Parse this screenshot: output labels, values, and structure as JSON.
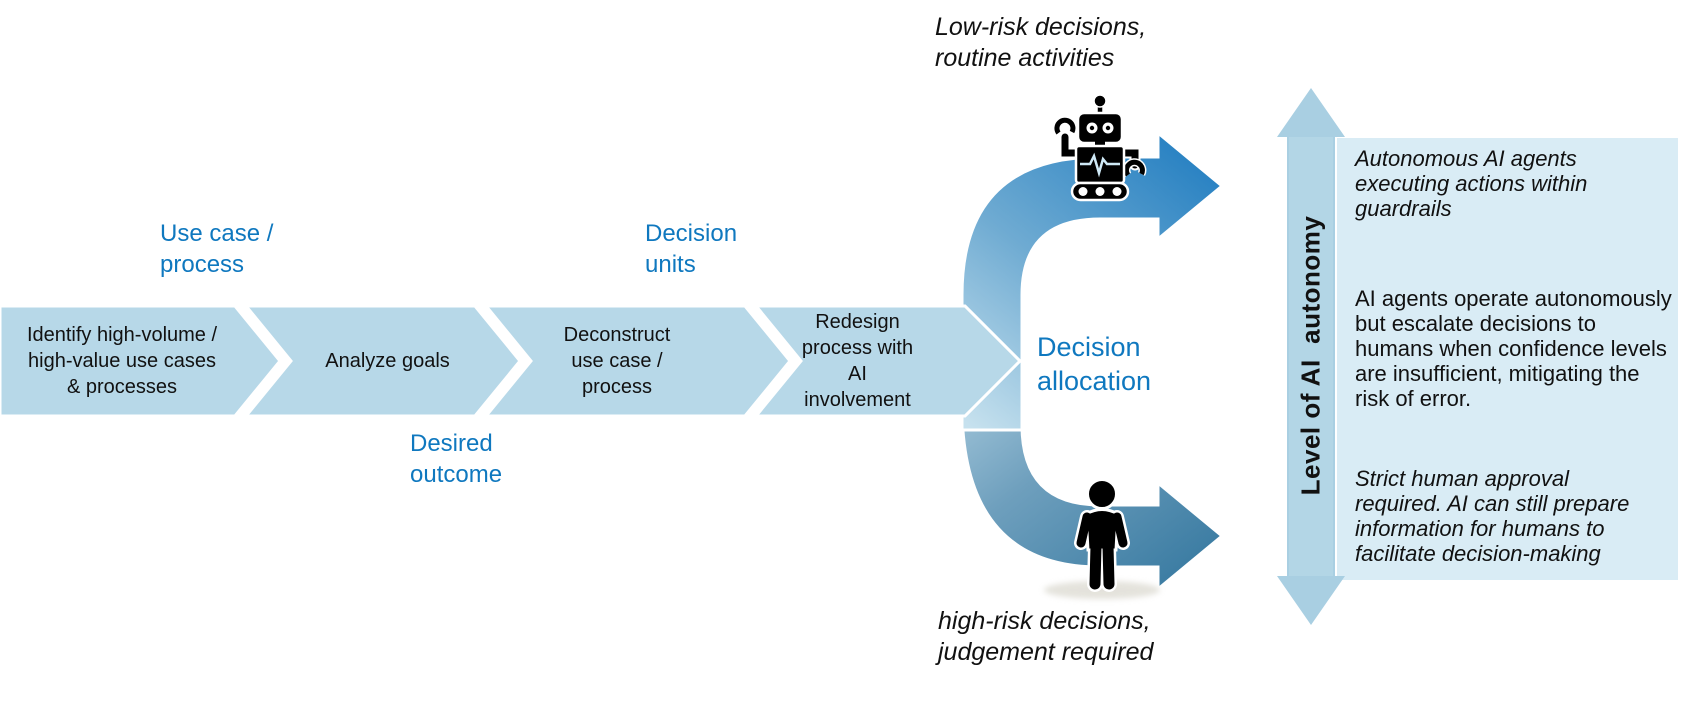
{
  "flow": {
    "steps": [
      {
        "label": "Identify high-volume / high-value use cases & processes",
        "lines": [
          "Identify high-volume /",
          "high-value use cases",
          "& processes"
        ]
      },
      {
        "label": "Analyze goals",
        "lines": [
          "Analyze goals"
        ]
      },
      {
        "label": "Deconstruct use case / process",
        "lines": [
          "Deconstruct",
          "use case /",
          "process"
        ]
      },
      {
        "label": "Redesign process with AI involvement",
        "lines": [
          "Redesign",
          "process with",
          "AI",
          "involvement"
        ]
      }
    ]
  },
  "annotations": {
    "use_case": {
      "lines": [
        "Use case /",
        "process"
      ]
    },
    "desired_outcome": {
      "lines": [
        "Desired",
        "outcome"
      ]
    },
    "decision_units": {
      "lines": [
        "Decision",
        "units"
      ]
    },
    "decision_allocation": {
      "lines": [
        "Decision",
        "allocation"
      ]
    },
    "low_risk": {
      "lines": [
        "Low-risk decisions,",
        "routine activities"
      ]
    },
    "high_risk": {
      "lines": [
        "high-risk decisions,",
        "judgement required"
      ]
    }
  },
  "axis": {
    "label": "Level of AI  autonomy"
  },
  "panel": {
    "items": [
      {
        "style": "italic",
        "lines": [
          "Autonomous AI agents",
          "executing actions within",
          "guardrails"
        ]
      },
      {
        "style": "normal",
        "lines": [
          "AI agents operate autonomously",
          "but escalate decisions to",
          "humans when confidence levels",
          "are insufficient, mitigating the",
          "risk of error."
        ]
      },
      {
        "style": "italic",
        "lines": [
          "Strict human approval",
          "required. AI can still prepare",
          "information for humans to",
          "facilitate decision-making"
        ]
      }
    ]
  },
  "icons": {
    "top_branch": "robot-icon",
    "bottom_branch": "human-icon"
  },
  "colors": {
    "chevron_fill": "#b7d8e8",
    "accent_blue_text": "#0f78bf",
    "panel_fill": "#d9ecf5",
    "axis_arrow_fill": "#a9cfe2",
    "branch_light": "#c6e1ee",
    "branch_top_dark": "#2b83c3",
    "branch_bottom_dark": "#3e7ea4"
  }
}
